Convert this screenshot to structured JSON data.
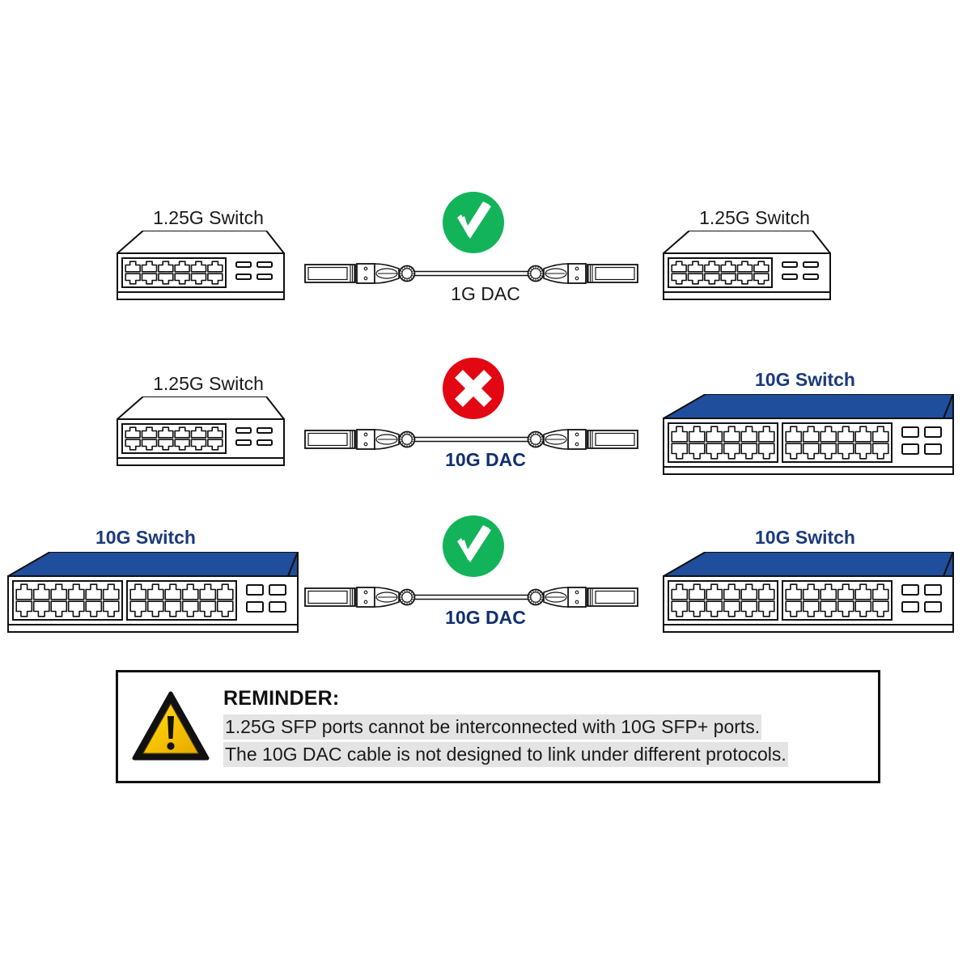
{
  "page": {
    "background": "#ffffff",
    "accent_blue": "#1b3a7a",
    "switch_top_blue": "#1f4e9c",
    "ok_green": "#13b35a",
    "error_red": "#e30613",
    "warn_yellow": "#f5c500",
    "highlight_gray": "#e4e4e4"
  },
  "rows": [
    {
      "id": "row-1",
      "status_icon": "check-icon",
      "status": "ok",
      "cable_label": "1G DAC",
      "cable_label_style": "plain",
      "left_switch": {
        "label": "1.25G Switch",
        "type": "1g",
        "label_style": "plain"
      },
      "right_switch": {
        "label": "1.25G Switch",
        "type": "1g",
        "label_style": "plain"
      }
    },
    {
      "id": "row-2",
      "status_icon": "cross-icon",
      "status": "error",
      "cable_label": "10G DAC",
      "cable_label_style": "blue",
      "left_switch": {
        "label": "1.25G Switch",
        "type": "1g",
        "label_style": "plain"
      },
      "right_switch": {
        "label": "10G Switch",
        "type": "10g",
        "label_style": "blue"
      }
    },
    {
      "id": "row-3",
      "status_icon": "check-icon",
      "status": "ok",
      "cable_label": "10G DAC",
      "cable_label_style": "blue",
      "left_switch": {
        "label": "10G Switch",
        "type": "10g",
        "label_style": "blue"
      },
      "right_switch": {
        "label": "10G Switch",
        "type": "10g",
        "label_style": "blue"
      }
    }
  ],
  "switch_spec": {
    "1g": {
      "rj45_ports": 12,
      "rj45_groups": 1,
      "sfp_slots": 4,
      "sfp_label": "SFP"
    },
    "10g": {
      "rj45_ports": 24,
      "rj45_groups": 2,
      "sfp_slots": 4,
      "sfp_label": "SFP+"
    }
  },
  "reminder": {
    "icon": "warning-triangle-icon",
    "title": "REMINDER:",
    "lines": [
      "1.25G SFP ports cannot be interconnected with 10G SFP+ ports.",
      "The 10G DAC cable is not designed to link under different protocols."
    ]
  }
}
